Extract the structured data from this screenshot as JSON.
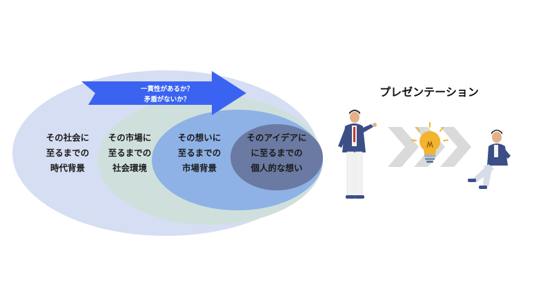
{
  "colors": {
    "outer_ellipse": "#d5def2",
    "middle_ellipse": "#cfe0dc",
    "inner_ellipse": "#8eb2e6",
    "core_ellipse": "#6b7aa3",
    "banner_arrow": "#3b63f2",
    "chevron": "#dadada",
    "bulb": "#f4b32e",
    "suit": "#3b4f86"
  },
  "banner": {
    "line1": "一貫性があるか？",
    "line2": "矛盾がないか？"
  },
  "circles": [
    {
      "line1": "その社会に",
      "line2": "至るまでの",
      "line3": "時代背景"
    },
    {
      "line1": "その市場に",
      "line2": "至るまでの",
      "line3": "社会環境"
    },
    {
      "line1": "その想いに",
      "line2": "至るまでの",
      "line3": "市場背景"
    },
    {
      "line1": "そのアイデアに",
      "line2": "に至るまでの",
      "line3": "個人的な想い"
    }
  ],
  "presentation": {
    "title": "プレゼンテーション",
    "presenter_icon": "standing-presenter-illustration",
    "idea_icon": "lightbulb-icon",
    "listener_icon": "seated-listener-illustration"
  }
}
